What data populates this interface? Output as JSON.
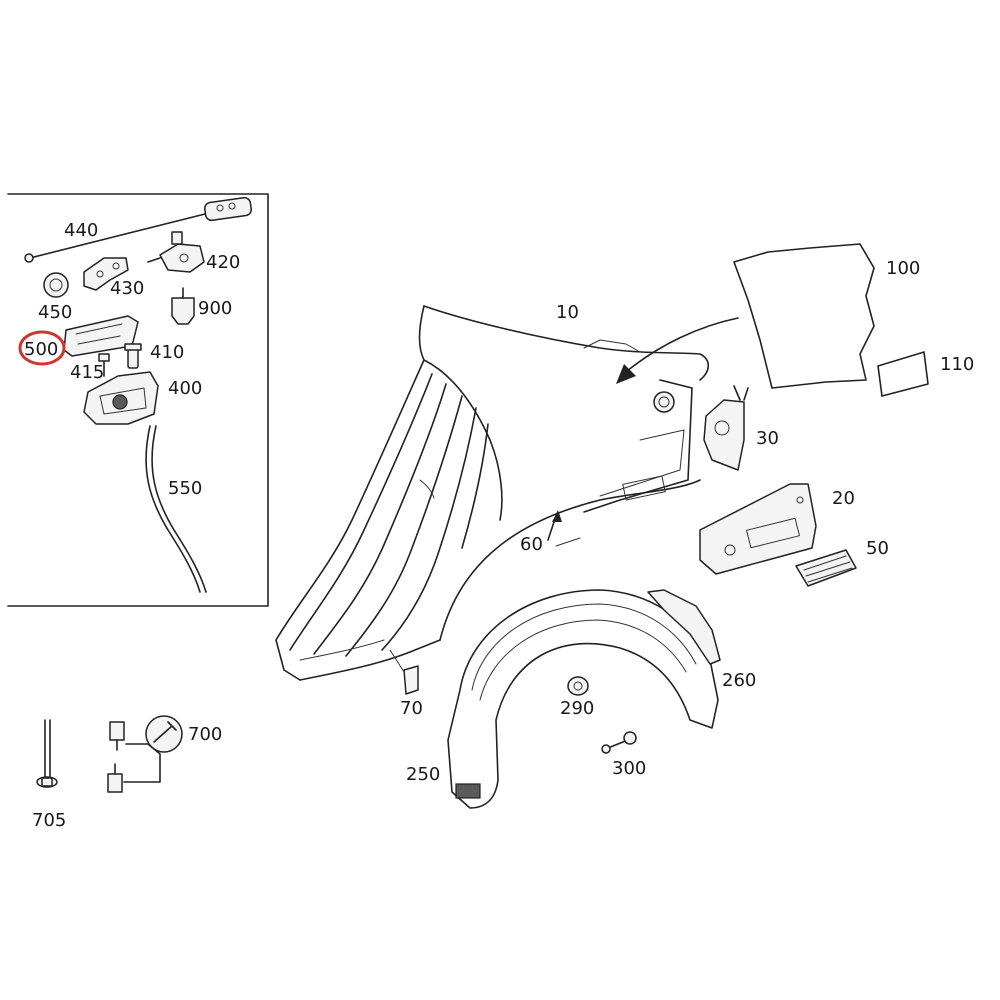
{
  "labels": {
    "p10": "10",
    "p20": "20",
    "p30": "30",
    "p50": "50",
    "p60": "60",
    "p70": "70",
    "p100": "100",
    "p110": "110",
    "p250": "250",
    "p260": "260",
    "p290": "290",
    "p300": "300",
    "p400": "400",
    "p410": "410",
    "p415": "415",
    "p420": "420",
    "p430": "430",
    "p440": "440",
    "p450": "450",
    "p500": "500",
    "p550": "550",
    "p700": "700",
    "p705": "705",
    "p900": "900"
  },
  "colors": {
    "line": "#222222",
    "highlight_circle": "#d0342c",
    "background": "#ffffff"
  },
  "highlighted_part": "500"
}
